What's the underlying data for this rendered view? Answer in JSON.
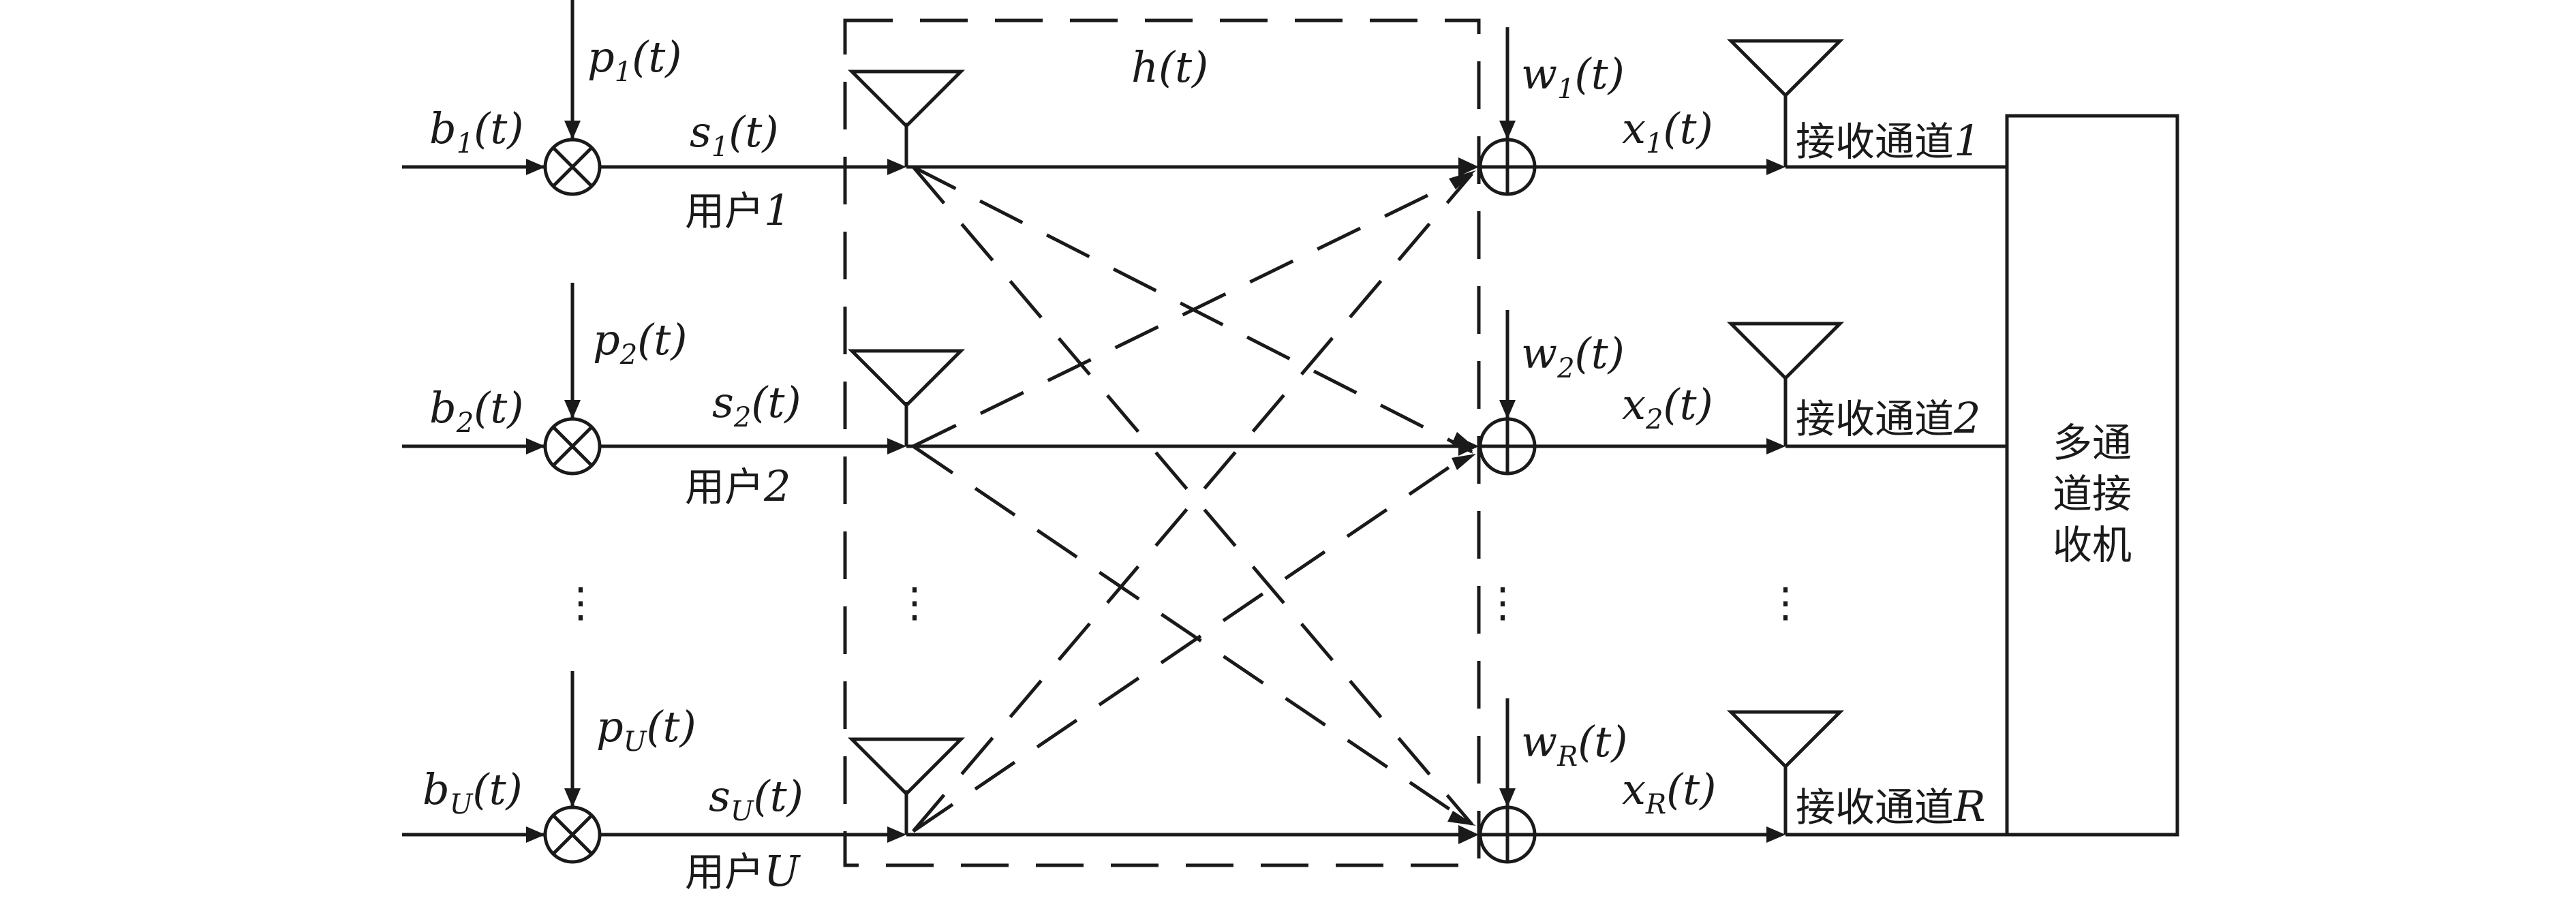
{
  "users": [
    {
      "b_label": "b",
      "b_sub": "1",
      "p_label": "p",
      "p_sub": "1",
      "s_label": "s",
      "s_sub": "1",
      "name_prefix": "用户",
      "name_index": "1"
    },
    {
      "b_label": "b",
      "b_sub": "2",
      "p_label": "p",
      "p_sub": "2",
      "s_label": "s",
      "s_sub": "2",
      "name_prefix": "用户",
      "name_index": "2"
    },
    {
      "b_label": "b",
      "b_sub": "U",
      "p_label": "p",
      "p_sub": "U",
      "s_label": "s",
      "s_sub": "U",
      "name_prefix": "用户",
      "name_index": "U"
    }
  ],
  "receivers": [
    {
      "w_label": "w",
      "w_sub": "1",
      "x_label": "x",
      "x_sub": "1",
      "channel_prefix": "接收通道",
      "channel_index": "1"
    },
    {
      "w_label": "w",
      "w_sub": "2",
      "x_label": "x",
      "x_sub": "2",
      "channel_prefix": "接收通道",
      "channel_index": "2"
    },
    {
      "w_label": "w",
      "w_sub": "R",
      "x_label": "x",
      "x_sub": "R",
      "channel_prefix": "接收通道",
      "channel_index": "R"
    }
  ],
  "time_arg": "(t)",
  "channel": {
    "h_label": "h",
    "h_arg": "(t)"
  },
  "receiver_box": {
    "lines": [
      "多通",
      "道接",
      "收机"
    ]
  },
  "ellipsis": "⋮"
}
